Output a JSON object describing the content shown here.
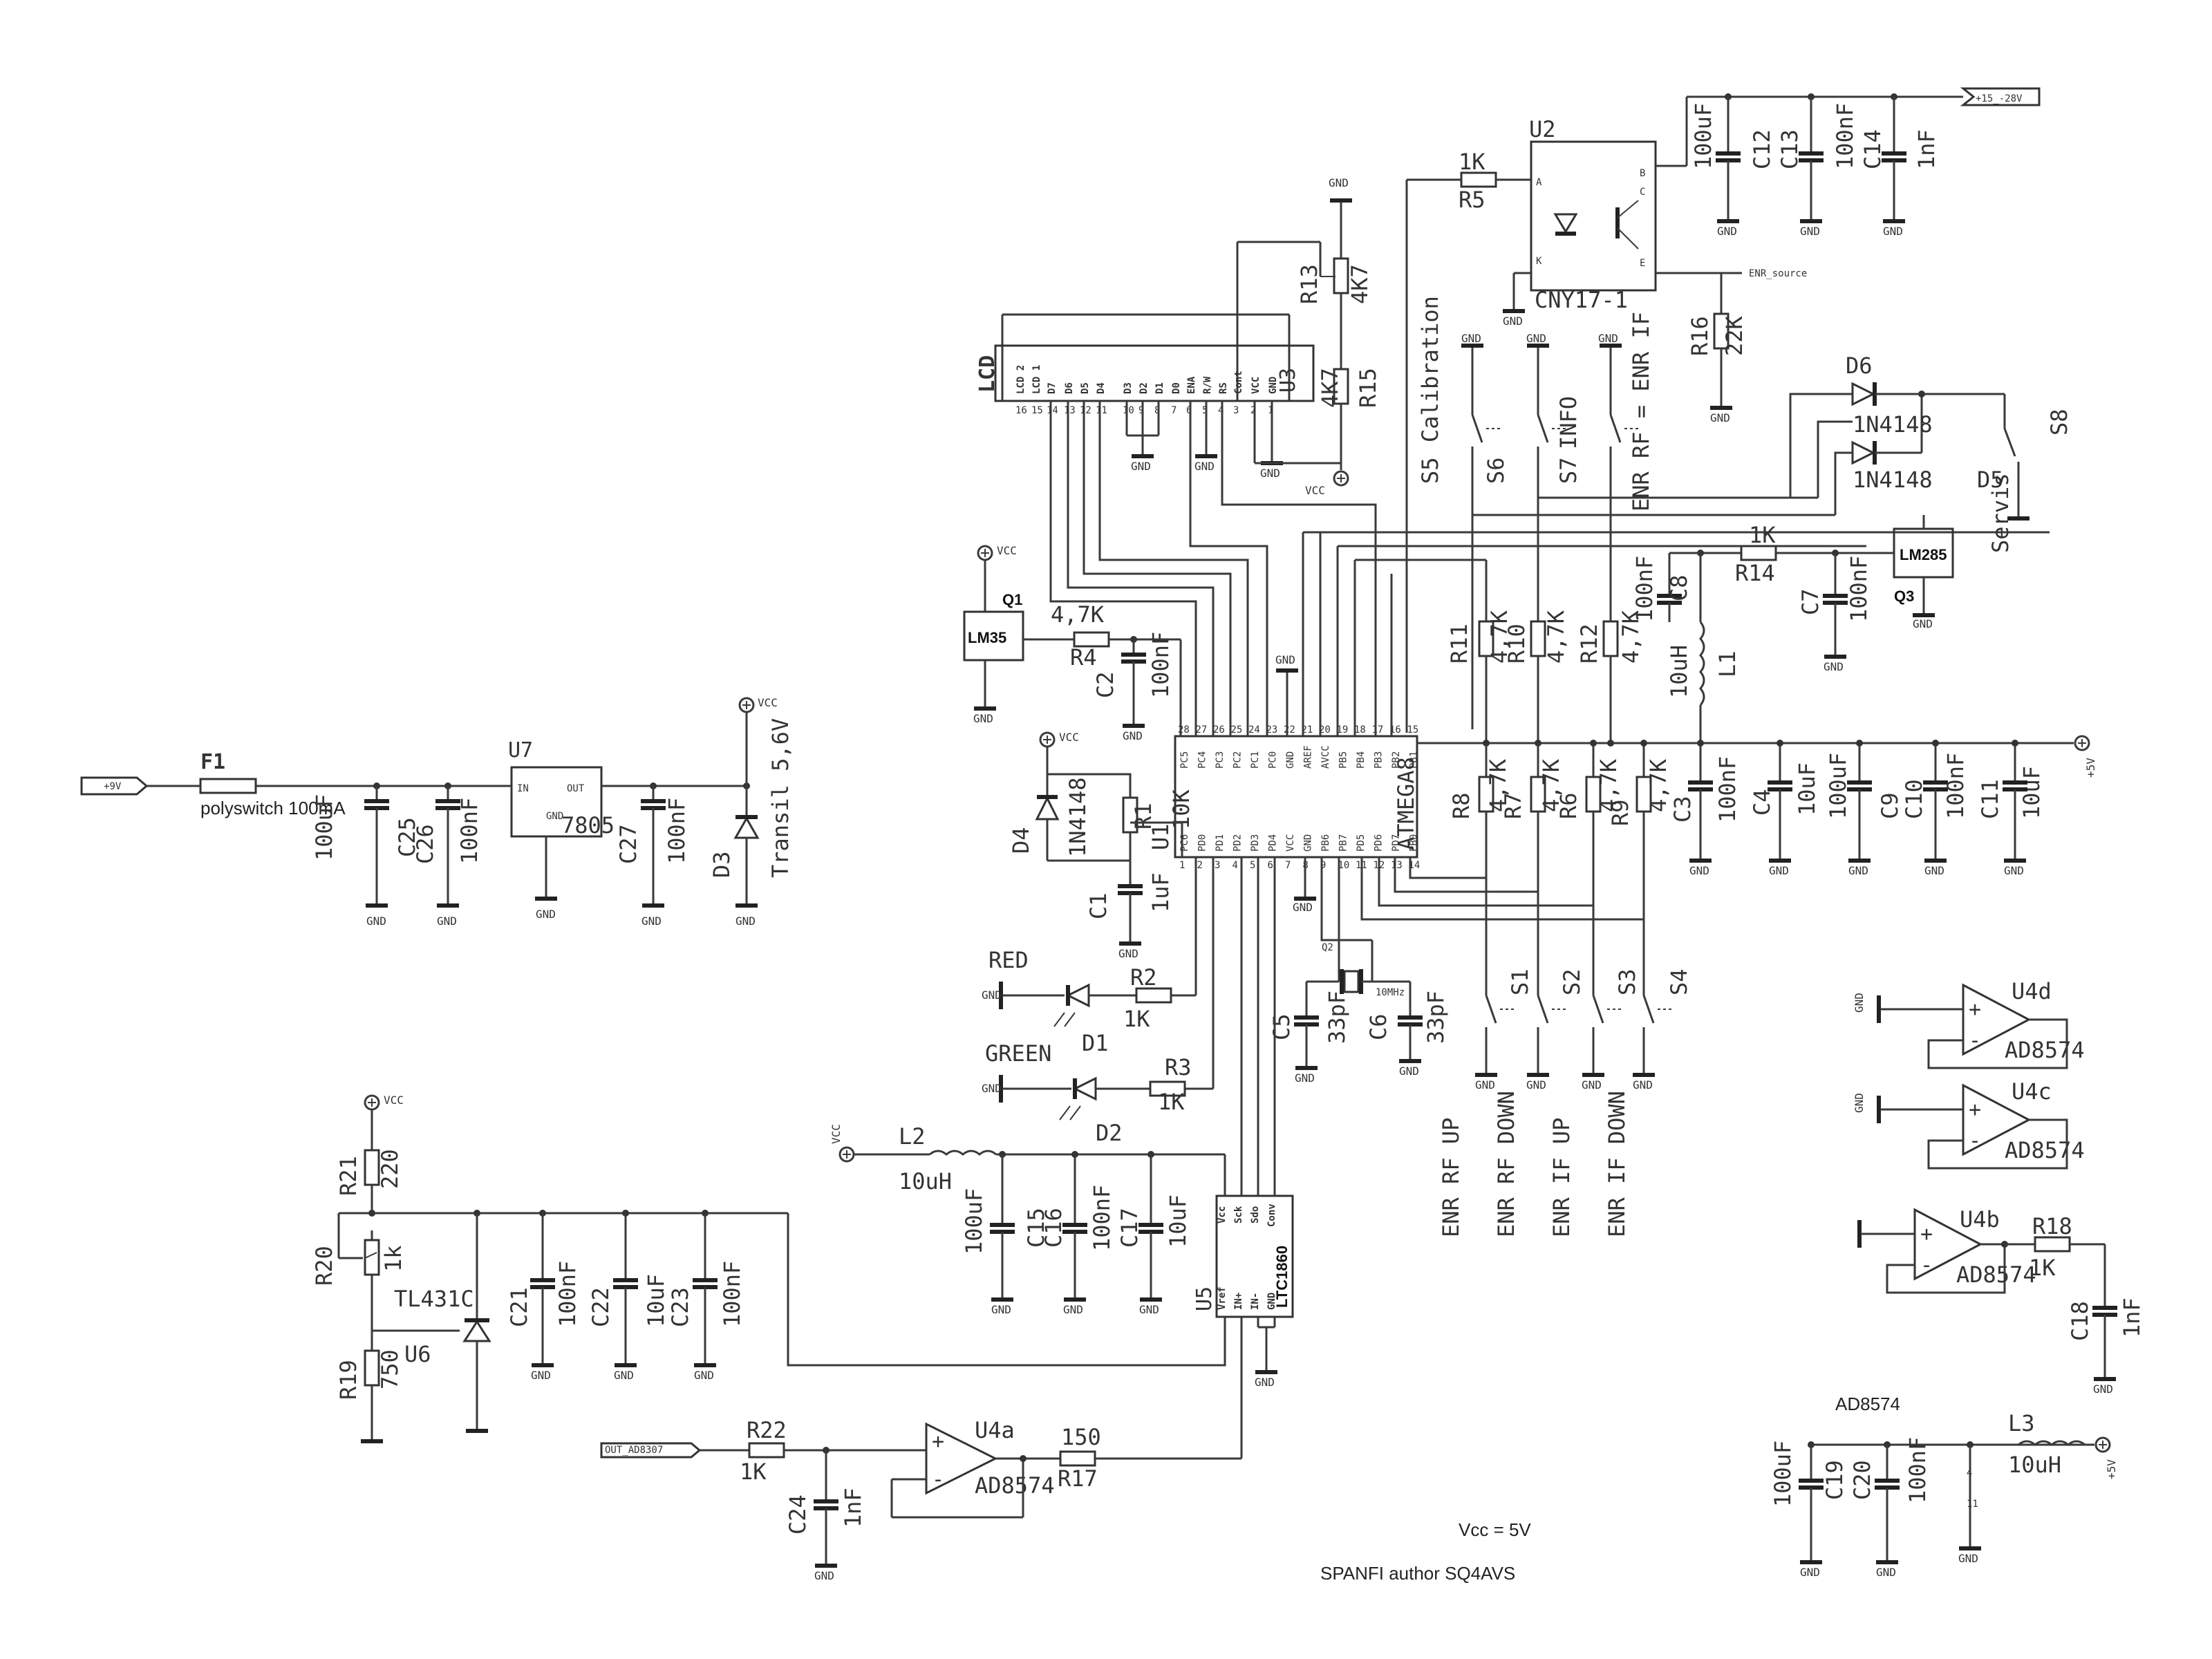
{
  "ports": {
    "in_9v": "+9V",
    "in_1528": "+15_-28V",
    "out_5v": "+5V",
    "vcc": "VCC",
    "enr_source": "ENR_source",
    "out_ad8307": "OUT_AD8307",
    "in_5v_l3": "+5V"
  },
  "gnd_label": "GND",
  "power": {
    "f1_ref": "F1",
    "f1_val": "polyswitch 100mA",
    "c25_val": "100uF",
    "c25_ref": "C25",
    "c26_ref": "C26",
    "c26_val": "100nF",
    "u7_ref": "U7",
    "u7_in": "IN",
    "u7_out": "OUT",
    "u7_gnd": "GND",
    "u7_part": "7805",
    "c27_ref": "C27",
    "c27_val": "100nF",
    "d3_ref": "D3",
    "d3_val": "Transil 5,6V"
  },
  "opto": {
    "r5_val": "1K",
    "r5_ref": "R5",
    "u2_ref": "U2",
    "u2_part": "CNY17-1",
    "pin_a": "A",
    "pin_k": "K",
    "pin_b": "B",
    "pin_c": "C",
    "pin_e": "E"
  },
  "caps_top": {
    "c12_val": "100uF",
    "c12_ref": "C12",
    "c13_ref": "C13",
    "c13_val": "100nF",
    "c14_ref": "C14",
    "c14_val": "1nF"
  },
  "r13": {
    "ref": "R13",
    "val": "4K7"
  },
  "r15": {
    "ref": "R15",
    "val": "4K7"
  },
  "r16": {
    "ref": "R16",
    "val": "22K"
  },
  "lcd": {
    "ref": "LCD",
    "u3": "U3",
    "pins": [
      "LCD 2",
      "LCD 1",
      "D7",
      "D6",
      "D5",
      "D4",
      "D3",
      "D2",
      "D1",
      "D0",
      "ENA",
      "R/W",
      "RS",
      "Cont",
      "VCC",
      "GND"
    ],
    "nums": [
      "16",
      "15",
      "14",
      "13",
      "12",
      "11",
      "10",
      "9",
      "8",
      "7",
      "6",
      "5",
      "4",
      "3",
      "2",
      "1"
    ]
  },
  "switches": {
    "s5": "S5",
    "calib": "Calibration",
    "s6": "S6",
    "s7": "S7",
    "info": "INFO",
    "enr_rf_if": "ENR RF = ENR IF",
    "s8": "S8",
    "servis": "Servis",
    "s1": "S1",
    "s2": "S2",
    "s3": "S3",
    "s4": "S4"
  },
  "diodes": {
    "d6": "D6",
    "d5": "D5",
    "d6_val": "1N4148",
    "d5_val": "1N4148",
    "d4": "D4",
    "d4_val": "1N4148",
    "d1": "D1",
    "d2": "D2",
    "red": "RED",
    "green": "GREEN"
  },
  "q3": {
    "part": "LM285",
    "ref": "Q3",
    "r14_val": "1K",
    "r14_ref": "R14",
    "c7_ref": "C7",
    "c7_val": "100nF",
    "c8_ref": "C8",
    "c8_val": "100nF",
    "l1_ref": "L1",
    "l1_val": "10uH"
  },
  "q1": {
    "part": "LM35",
    "ref": "Q1",
    "r4_val": "4,7K",
    "r4_ref": "R4",
    "c2_ref": "C2",
    "c2_val": "100nF"
  },
  "mcu": {
    "ref": "U1",
    "part": "ATMEGA8",
    "top_pins": [
      "PC5",
      "PC4",
      "PC3",
      "PC2",
      "PC1",
      "PC0",
      "GND",
      "AREF",
      "AVCC",
      "PB5",
      "PB4",
      "PB3",
      "PB2",
      "PB1"
    ],
    "top_nums": [
      "28",
      "27",
      "26",
      "25",
      "24",
      "23",
      "22",
      "21",
      "20",
      "19",
      "18",
      "17",
      "16",
      "15"
    ],
    "bot_pins": [
      "PC6",
      "PD0",
      "PD1",
      "PD2",
      "PD3",
      "PD4",
      "VCC",
      "GND",
      "PB6",
      "PB7",
      "PD5",
      "PD6",
      "PD7",
      "PB0"
    ],
    "bot_nums": [
      "1",
      "2",
      "3",
      "4",
      "5",
      "6",
      "7",
      "8",
      "9",
      "10",
      "11",
      "12",
      "13",
      "14"
    ]
  },
  "r1": {
    "ref": "R1",
    "val": "10K"
  },
  "c1": {
    "ref": "C1",
    "val": "1uF"
  },
  "r2": {
    "ref": "R2",
    "val": "1K"
  },
  "r3": {
    "ref": "R3",
    "val": "1K"
  },
  "pullups": {
    "r11": "R11",
    "r10": "R10",
    "r12": "R12",
    "r8": "R8",
    "r7": "R7",
    "r6": "R6",
    "r9": "R9",
    "val": "4,7K"
  },
  "crystal": {
    "q2": "Q2",
    "freq": "10MHz",
    "c5_ref": "C5",
    "c5_val": "33pF",
    "c6_ref": "C6",
    "c6_val": "33pF"
  },
  "caps_5v": {
    "c3_ref": "C3",
    "c3_val": "100nF",
    "c4_ref": "C4",
    "c4_val": "10uF",
    "c9_ref": "C9",
    "c9_val": "100uF",
    "c10_ref": "C10",
    "c10_val": "100nF",
    "c11_ref": "C11",
    "c11_val": "10uF"
  },
  "buttons": {
    "b1": "ENR RF UP",
    "b2": "ENR RF DOWN",
    "b3": "ENR IF UP",
    "b4": "ENR IF DOWN"
  },
  "adc": {
    "ref": "U5",
    "part": "LTC1860",
    "vcc": "Vcc",
    "sck": "Sck",
    "sdo": "Sdo",
    "conv": "Conv",
    "vref": "Vref",
    "inp": "IN+",
    "inm": "IN-",
    "gnd": "GND",
    "l2_ref": "L2",
    "l2_val": "10uH",
    "c15_ref": "C15",
    "c15_val": "100uF",
    "c16_ref": "C16",
    "c16_val": "100nF",
    "c17_ref": "C17",
    "c17_val": "10uF"
  },
  "ref": {
    "r21_ref": "R21",
    "r21_val": "220",
    "r20_ref": "R20",
    "r20_val": "1k",
    "u6_part": "TL431C",
    "u6_ref": "U6",
    "r19_ref": "R19",
    "r19_val": "750",
    "c21_ref": "C21",
    "c21_val": "100nF",
    "c22_ref": "C22",
    "c22_val": "10uF",
    "c23_ref": "C23",
    "c23_val": "100nF"
  },
  "opamp_a": {
    "r22_ref": "R22",
    "r22_val": "1K",
    "c24_ref": "C24",
    "c24_val": "1nF",
    "ref": "U4a",
    "part": "AD8574",
    "r17_val": "150",
    "r17_ref": "R17"
  },
  "opamp_d": {
    "ref": "U4d",
    "part": "AD8574"
  },
  "opamp_c": {
    "ref": "U4c",
    "part": "AD8574"
  },
  "opamp_b": {
    "ref": "U4b",
    "part": "AD8574",
    "r18_ref": "R18",
    "r18_val": "1K",
    "c18_ref": "C18",
    "c18_val": "1nF"
  },
  "bottom": {
    "ad8574": "AD8574",
    "c19_val": "100uF",
    "c19_ref": "C19",
    "c20_ref": "C20",
    "c20_val": "100nF",
    "l3_ref": "L3",
    "l3_val": "10uH",
    "vcc_note": "Vcc = 5V",
    "author": "SPANFI author SQ4AVS"
  }
}
